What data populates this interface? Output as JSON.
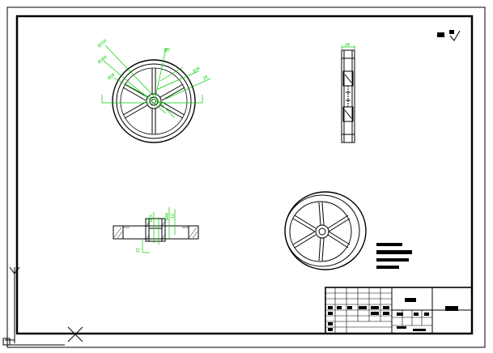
{
  "drawing": {
    "title": "",
    "views": [
      "front-view-wheel",
      "side-view-wheel",
      "section-view-wheel",
      "iso-view-wheel"
    ],
    "dimension_labels": [
      "Ø310",
      "Ø260",
      "Ø50",
      "R5",
      "R30",
      "20",
      "Ø15",
      "Ø40",
      "12",
      "15",
      "8"
    ],
    "roughness_symbol": "surface-finish-icon",
    "ucs_icon": "ucs-axis-icon"
  },
  "colors": {
    "background": "#ffffff",
    "border": "#000000",
    "dimension": "#00cc00"
  },
  "title_block": {
    "cells": [
      "",
      "",
      "",
      "",
      "",
      "",
      "",
      "",
      "",
      ""
    ]
  }
}
